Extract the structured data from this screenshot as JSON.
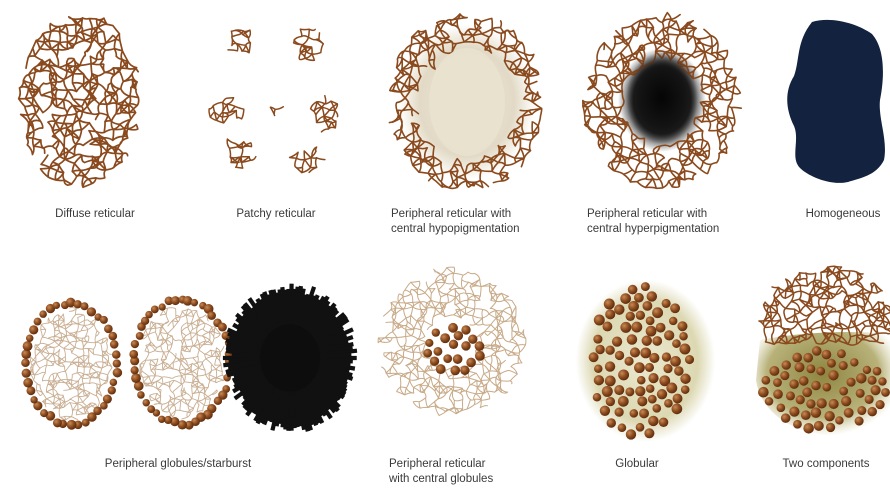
{
  "panels": [
    {
      "id": "diffuse",
      "caption_lines": [
        "Diffuse reticular"
      ]
    },
    {
      "id": "patchy",
      "caption_lines": [
        "Patchy reticular"
      ]
    },
    {
      "id": "hypo",
      "caption_lines": [
        "Peripheral reticular with",
        "central hypopigmentation"
      ]
    },
    {
      "id": "hyper",
      "caption_lines": [
        "Peripheral reticular with",
        "central hyperpigmentation"
      ]
    },
    {
      "id": "homogeneous",
      "caption_lines": [
        "Homogeneous"
      ]
    },
    {
      "id": "globules-starburst",
      "caption_lines": [
        "Peripheral globules/starburst"
      ]
    },
    {
      "id": "ret-globules",
      "caption_lines": [
        "Peripheral reticular",
        "with central globules"
      ]
    },
    {
      "id": "globular",
      "caption_lines": [
        "Globular"
      ]
    },
    {
      "id": "two-components",
      "caption_lines": [
        "Two components"
      ]
    }
  ],
  "colors": {
    "network": "#8a4a1e",
    "network_light": "#b58a6a",
    "globule": "#7a3e16",
    "hypo_center": "#e6e0cf",
    "hyper_center": "#0c0c0c",
    "homogeneous": "#13233f",
    "starburst": "#111111",
    "globular_bg": "#dcd9b6",
    "two_comp_bg": "#a39a52",
    "caption": "#3a3a3a"
  }
}
